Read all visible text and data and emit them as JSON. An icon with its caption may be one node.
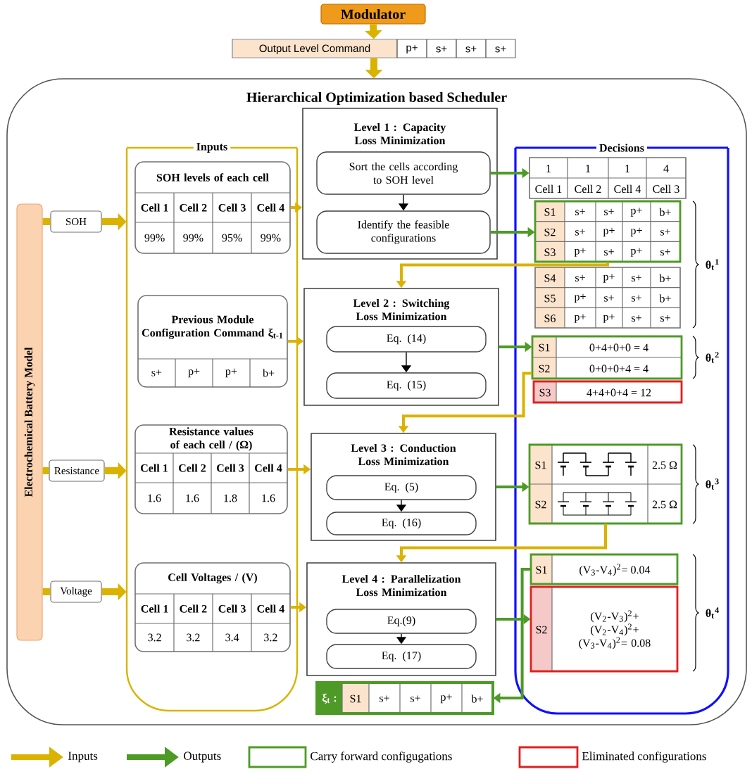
{
  "diagram": {
    "nodes": [
      {
        "text": [
          "Modulator"
        ]
      },
      {
        "text": [
          "Output Level Command",
          "p+",
          "s+",
          "s+",
          "s+"
        ]
      },
      {
        "text": [
          "Hierarchical Optimization based Scheduler"
        ]
      },
      {
        "text": [
          "Electrochemical Battery Model"
        ],
        "in": 2
      },
      {
        "text": [
          "SOH"
        ],
        "in": 2
      },
      {
        "text": [
          "Resistance"
        ],
        "in": 2
      },
      {
        "text": [
          "Voltage"
        ],
        "in": 2
      },
      {
        "text": [
          "Inputs"
        ],
        "in": 2
      },
      {
        "text": [
          "SOH levels of each cell",
          "Cell 1",
          "Cell 2",
          "Cell 3",
          "Cell 4",
          "99%",
          "99%",
          "95%",
          "99%"
        ],
        "in": 7
      },
      {
        "text": [
          "Previous Module Configuration Command ξ$_{t-1}$",
          "s+",
          "p+",
          "p+",
          "b+"
        ],
        "in": 7
      },
      {
        "text": [
          "Resistance values of each cell / (Ω)",
          "Cell 1",
          "Cell 2",
          "Cell 3",
          "Cell 4",
          "1.6",
          "1.6",
          "1.8",
          "1.6"
        ],
        "in": 7
      },
      {
        "text": [
          "Cell Voltages / (V)",
          "Cell 1",
          "Cell 2",
          "Cell 3",
          "Cell 4",
          "3.2",
          "3.2",
          "3.4",
          "3.2"
        ],
        "in": 7
      },
      {
        "text": [
          "Level 1 : Capacity Loss Minimization"
        ],
        "in": 2
      },
      {
        "text": [
          "Sort the cells according to SOH level"
        ],
        "in": 12
      },
      {
        "text": [
          "Identify the feasible configurations"
        ],
        "in": 12
      },
      {
        "text": [
          "Level 2 : Switching Loss Minimization"
        ],
        "in": 2
      },
      {
        "text": [
          "Eq. (14)"
        ],
        "in": 15
      },
      {
        "text": [
          "Eq. (15)"
        ],
        "in": 15
      },
      {
        "text": [
          "Level 3 : Conduction Loss Minimization"
        ],
        "in": 2
      },
      {
        "text": [
          "Eq. (5)"
        ],
        "in": 18
      },
      {
        "text": [
          "Eq. (16)"
        ],
        "in": 18
      },
      {
        "text": [
          "Level 4 : Parallelization Loss Minimization"
        ],
        "in": 2
      },
      {
        "text": [
          "Eq.(9)"
        ],
        "in": 21
      },
      {
        "text": [
          "Eq. (17)"
        ],
        "in": 21
      },
      {
        "text": [
          "Decisions"
        ],
        "in": 2
      },
      {
        "text": [
          "1",
          "1",
          "1",
          "4",
          "Cell 1",
          "Cell 2",
          "Cell 4",
          "Cell 3"
        ],
        "in": 24
      },
      {
        "text": [
          "S1",
          "s+",
          "s+",
          "p+",
          "b+",
          "S2",
          "s+",
          "p+",
          "p+",
          "s+",
          "S3",
          "p+",
          "s+",
          "p+",
          "s+"
        ],
        "in": 24
      },
      {
        "text": [
          "S4",
          "s+",
          "p+",
          "s+",
          "b+",
          "S5",
          "p+",
          "s+",
          "s+",
          "b+",
          "S6",
          "p+",
          "p+",
          "s+",
          "s+"
        ],
        "in": 24
      },
      {
        "text": [
          "S1",
          "0+4+0+0 = 4",
          "S2",
          "0+0+0+4 = 4"
        ],
        "in": 24
      },
      {
        "text": [
          "S3",
          "4+4+0+4 = 12"
        ],
        "in": 24
      },
      {
        "text": [
          "S1",
          "2.5 Ω",
          "S2",
          "2.5 Ω"
        ],
        "in": 24
      },
      {
        "text": [
          "S1",
          "(V$_{3}$-V$_{4}$)$^{2}$= 0.04"
        ],
        "in": 24
      },
      {
        "text": [
          "S2",
          "(V$_{2}$-V$_{3}$)$^{2}$+ (V$_{2}$-V$_{4}$)$^{2}$+ (V$_{3}$-V$_{4}$)$^{2}$= 0.08"
        ],
        "in": 24
      },
      {
        "text": [
          "ξ$_{t}$ :",
          "S1",
          "s+",
          "s+",
          "p+",
          "b+"
        ],
        "in": 2
      }
    ],
    "edges": [
      {
        "from": 0,
        "to": 1,
        "arrow": "to",
        "style": "thick"
      },
      {
        "from": 1,
        "to": 2,
        "arrow": "to",
        "style": "thick"
      },
      {
        "from": 3,
        "to": 4,
        "arrow": "none",
        "style": "thick"
      },
      {
        "from": 3,
        "to": 5,
        "arrow": "none",
        "style": "thick"
      },
      {
        "from": 3,
        "to": 6,
        "arrow": "none",
        "style": "thick"
      },
      {
        "from": 4,
        "to": 7,
        "arrow": "to",
        "style": "thick"
      },
      {
        "from": 5,
        "to": 7,
        "arrow": "to",
        "style": "thick"
      },
      {
        "from": 6,
        "to": 7,
        "arrow": "to",
        "style": "thick"
      },
      {
        "from": 8,
        "to": 12,
        "arrow": "to"
      },
      {
        "from": 9,
        "to": 15,
        "arrow": "to"
      },
      {
        "from": 10,
        "to": 18,
        "arrow": "to"
      },
      {
        "from": 11,
        "to": 21,
        "arrow": "to"
      },
      {
        "from": 13,
        "to": 14,
        "arrow": "to",
        "color": "#000000"
      },
      {
        "from": 16,
        "to": 17,
        "arrow": "to",
        "color": "#000000"
      },
      {
        "from": 19,
        "to": 20,
        "arrow": "to",
        "color": "#000000"
      },
      {
        "from": 22,
        "to": 23,
        "arrow": "to",
        "color": "#000000"
      },
      {
        "from": 13,
        "to": 25,
        "arrow": "to",
        "color": "#4e9a27"
      },
      {
        "from": 14,
        "to": 26,
        "arrow": "to",
        "color": "#4e9a27"
      },
      {
        "from": 26,
        "to": 15,
        "arrow": "to"
      },
      {
        "from": 15,
        "to": 28,
        "arrow": "to",
        "color": "#4e9a27"
      },
      {
        "from": 28,
        "to": 18,
        "arrow": "to"
      },
      {
        "from": 18,
        "to": 30,
        "arrow": "to",
        "color": "#4e9a27"
      },
      {
        "from": 30,
        "to": 21,
        "arrow": "to"
      },
      {
        "from": 21,
        "to": 32,
        "arrow": "to",
        "color": "#4e9a27"
      },
      {
        "from": 31,
        "to": 33,
        "arrow": "to",
        "color": "#4e9a27"
      }
    ],
    "labels": [
      "θ$_{t}$$^{1}$",
      "θ$_{t}$$^{2}$",
      "θ$_{t}$$^{3}$",
      "θ$_{t}$$^{4}$"
    ],
    "legend": [
      {
        "text": "Inputs"
      },
      {
        "text": "Outputs"
      },
      {
        "text": "Carry forward configugations"
      },
      {
        "text": "Eliminated configurations"
      }
    ]
  }
}
